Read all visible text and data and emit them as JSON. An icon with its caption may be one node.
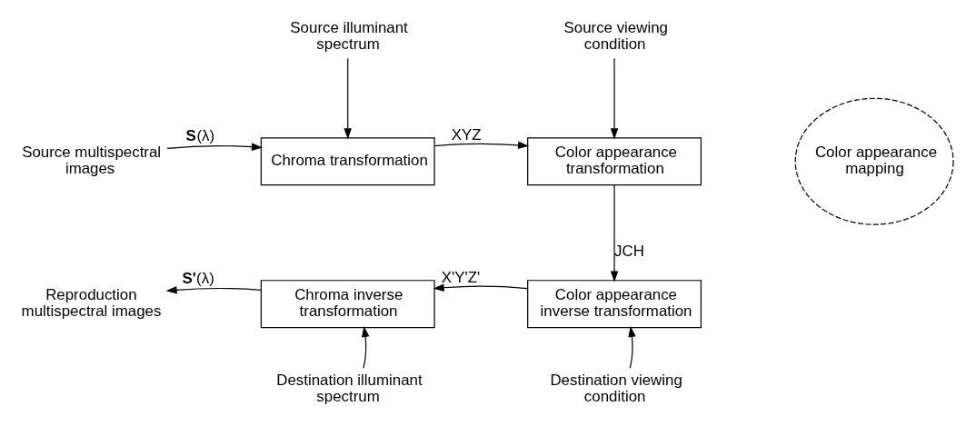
{
  "diagram": {
    "nodes": [
      {
        "text": [
          "Source multispectral images"
        ]
      },
      {
        "text": [
          "Source illuminant spectrum"
        ]
      },
      {
        "text": [
          "Chroma transformation"
        ]
      },
      {
        "text": [
          "Source viewing condition"
        ]
      },
      {
        "text": [
          "Color appearance transformation"
        ]
      },
      {
        "text": [
          "Color appearance mapping"
        ]
      },
      {
        "text": [
          "Reproduction multispectral images"
        ]
      },
      {
        "text": [
          "Chroma inverse transformation"
        ]
      },
      {
        "text": [
          "Color appearance inverse transformation"
        ]
      },
      {
        "text": [
          "Destination illuminant spectrum"
        ]
      },
      {
        "text": [
          "Destination viewing condition"
        ]
      }
    ],
    "edges": [
      {
        "from": 0,
        "to": 2,
        "arrow": "to",
        "label": "**S**(λ)"
      },
      {
        "from": 1,
        "to": 2,
        "arrow": "to"
      },
      {
        "from": 2,
        "to": 4,
        "arrow": "to",
        "label": "XYZ"
      },
      {
        "from": 3,
        "to": 4,
        "arrow": "to"
      },
      {
        "from": 4,
        "to": 8,
        "arrow": "to",
        "label": "JCH"
      },
      {
        "from": 8,
        "to": 7,
        "arrow": "to",
        "label": "X'Y'Z'"
      },
      {
        "from": 7,
        "to": 6,
        "arrow": "to",
        "label": "**S'**(λ)"
      },
      {
        "from": 9,
        "to": 7,
        "arrow": "to"
      },
      {
        "from": 10,
        "to": 8,
        "arrow": "to"
      }
    ]
  }
}
